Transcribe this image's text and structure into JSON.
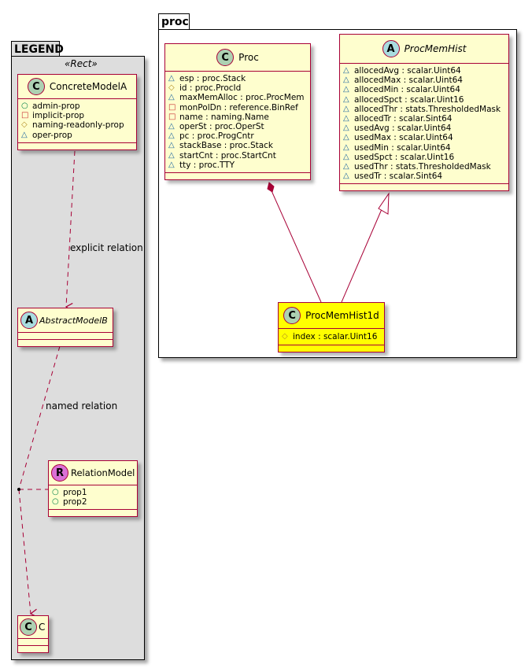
{
  "packages": {
    "legend": {
      "title": "LEGEND",
      "stereotype": "«Rect»"
    },
    "proc": {
      "title": "proc"
    }
  },
  "colors": {
    "class_fill": "#fefece",
    "class_border": "#a80036",
    "highlight_fill": "#ffff00",
    "legend_bg": "#dddddd",
    "badge_class": "#add1b2",
    "badge_abstract": "#a9dcdf",
    "badge_relation": "#da70d6",
    "vis_public": "#038048",
    "vis_private": "#c82930",
    "vis_protected": "#b38d22",
    "vis_package": "#1963a0"
  },
  "legend_classes": {
    "concrete": {
      "badge": "C",
      "name": "ConcreteModelA",
      "attributes": [
        {
          "vis": "○",
          "vis_kind": "public",
          "text": "admin-prop"
        },
        {
          "vis": "□",
          "vis_kind": "private",
          "text": "implicit-prop"
        },
        {
          "vis": "◇",
          "vis_kind": "protected",
          "text": "naming-readonly-prop"
        },
        {
          "vis": "△",
          "vis_kind": "package",
          "text": "oper-prop"
        }
      ]
    },
    "abstract": {
      "badge": "A",
      "name": "AbstractModelB"
    },
    "relation_model": {
      "badge": "R",
      "name": "RelationModel",
      "attributes": [
        {
          "vis": "○",
          "vis_kind": "public",
          "text": "prop1"
        },
        {
          "vis": "○",
          "vis_kind": "public",
          "text": "prop2"
        }
      ]
    },
    "c": {
      "badge": "C",
      "name": "C"
    }
  },
  "legend_relations": {
    "explicit": "explicit relation",
    "named": "named relation"
  },
  "proc_classes": {
    "proc": {
      "badge": "C",
      "name": "Proc",
      "attributes": [
        {
          "vis": "△",
          "vis_kind": "package",
          "text": "esp : proc.Stack"
        },
        {
          "vis": "◇",
          "vis_kind": "protected",
          "text": "id : proc.ProcId"
        },
        {
          "vis": "△",
          "vis_kind": "package",
          "text": "maxMemAlloc : proc.ProcMem"
        },
        {
          "vis": "□",
          "vis_kind": "private",
          "text": "monPolDn : reference.BinRef"
        },
        {
          "vis": "□",
          "vis_kind": "private",
          "text": "name : naming.Name"
        },
        {
          "vis": "△",
          "vis_kind": "package",
          "text": "operSt : proc.OperSt"
        },
        {
          "vis": "△",
          "vis_kind": "package",
          "text": "pc : proc.ProgCntr"
        },
        {
          "vis": "△",
          "vis_kind": "package",
          "text": "stackBase : proc.Stack"
        },
        {
          "vis": "△",
          "vis_kind": "package",
          "text": "startCnt : proc.StartCnt"
        },
        {
          "vis": "△",
          "vis_kind": "package",
          "text": "tty : proc.TTY"
        }
      ]
    },
    "proc_mem_hist": {
      "badge": "A",
      "name": "ProcMemHist",
      "attributes": [
        {
          "vis": "△",
          "vis_kind": "package",
          "text": "allocedAvg : scalar.Uint64"
        },
        {
          "vis": "△",
          "vis_kind": "package",
          "text": "allocedMax : scalar.Uint64"
        },
        {
          "vis": "△",
          "vis_kind": "package",
          "text": "allocedMin : scalar.Uint64"
        },
        {
          "vis": "△",
          "vis_kind": "package",
          "text": "allocedSpct : scalar.Uint16"
        },
        {
          "vis": "△",
          "vis_kind": "package",
          "text": "allocedThr : stats.ThresholdedMask"
        },
        {
          "vis": "△",
          "vis_kind": "package",
          "text": "allocedTr : scalar.Sint64"
        },
        {
          "vis": "△",
          "vis_kind": "package",
          "text": "usedAvg : scalar.Uint64"
        },
        {
          "vis": "△",
          "vis_kind": "package",
          "text": "usedMax : scalar.Uint64"
        },
        {
          "vis": "△",
          "vis_kind": "package",
          "text": "usedMin : scalar.Uint64"
        },
        {
          "vis": "△",
          "vis_kind": "package",
          "text": "usedSpct : scalar.Uint16"
        },
        {
          "vis": "△",
          "vis_kind": "package",
          "text": "usedThr : stats.ThresholdedMask"
        },
        {
          "vis": "△",
          "vis_kind": "package",
          "text": "usedTr : scalar.Sint64"
        }
      ]
    },
    "proc_mem_hist_1d": {
      "badge": "C",
      "name": "ProcMemHist1d",
      "attributes": [
        {
          "vis": "◇",
          "vis_kind": "protected",
          "text": "index : scalar.Uint16"
        }
      ]
    }
  }
}
